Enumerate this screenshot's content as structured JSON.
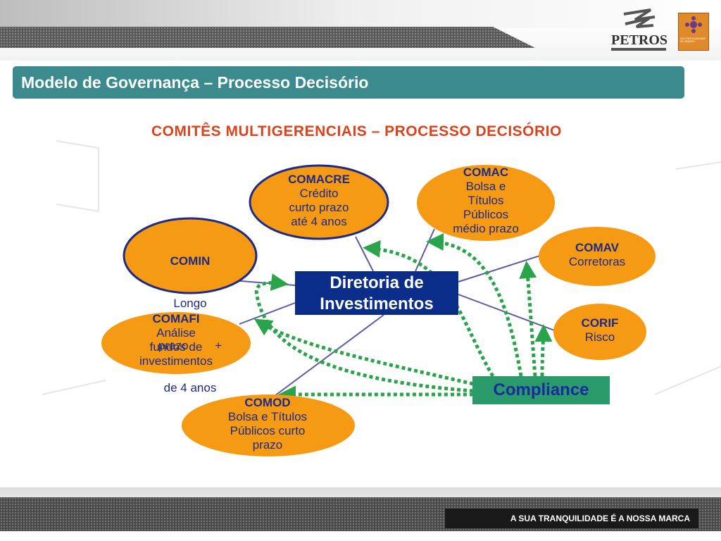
{
  "header": {
    "title": "Modelo de Governança – Processo Decisório",
    "logo_text": "PETROS",
    "badge_text": "2010 PRÓ-EQUIDADE DE GÊNERO"
  },
  "diagram": {
    "title": "COMITÊS MULTIGERENCIAIS – PROCESSO DECISÓRIO",
    "center": {
      "line1": "Diretoria de",
      "line2": "Investimentos"
    },
    "compliance": "Compliance",
    "nodes": {
      "comacre": {
        "name": "COMACRE",
        "l1": "Crédito",
        "l2": "curto prazo",
        "l3": "até 4 anos"
      },
      "comac": {
        "name": "COMAC",
        "l1": "Bolsa e",
        "l2": "Títulos",
        "l3": "Públicos",
        "l4": "médio prazo"
      },
      "comin": {
        "name": "COMIN",
        "l1": "Longo",
        "l2": "prazo        +",
        "l3": "de 4 anos"
      },
      "comav": {
        "name": "COMAV",
        "l1": "Corretoras"
      },
      "comafi": {
        "name": "COMAFI",
        "l1": "Análise",
        "l2": "fundos de",
        "l3": "investimentos"
      },
      "corif": {
        "name": "CORIF",
        "l1": "Risco"
      },
      "comod": {
        "name": "COMOD",
        "l1": "Bolsa e Títulos",
        "l2": "Públicos curto",
        "l3": "prazo"
      }
    }
  },
  "footer": {
    "tagline": "A SUA TRANQUILIDADE É A NOSSA MARCA"
  },
  "colors": {
    "title_bar": "#3a8a8e",
    "node_fill": "#f59a12",
    "node_border": "#1d2a86",
    "center_box": "#0a2d8a",
    "compliance_box": "#2a9a6a",
    "arrow": "#2aa44a",
    "diagram_title": "#d8441e"
  }
}
